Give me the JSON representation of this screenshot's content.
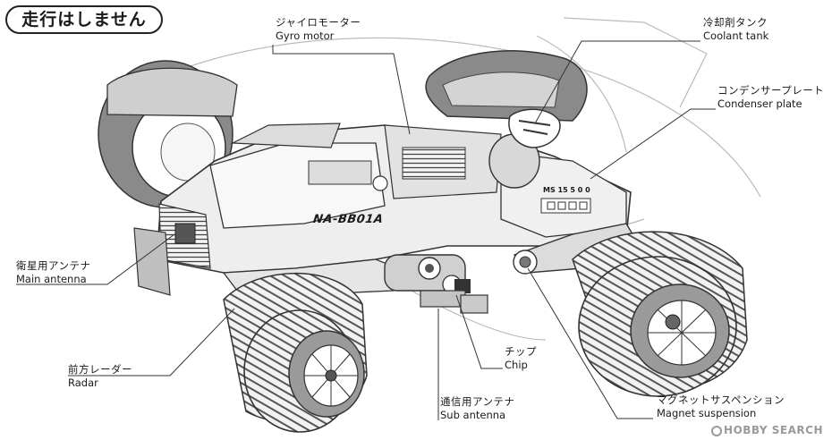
{
  "notice": "走行はしません",
  "body_marking": "NA-BB01A",
  "body_marking_small": "MS 15 5 0 0",
  "labels": {
    "gyro": {
      "jp": "ジャイロモーター",
      "en": "Gyro motor"
    },
    "coolant": {
      "jp": "冷却剤タンク",
      "en": "Coolant tank"
    },
    "condenser": {
      "jp": "コンデンサープレート",
      "en": "Condenser plate"
    },
    "main_ant": {
      "jp": "衛星用アンテナ",
      "en": "Main antenna"
    },
    "radar": {
      "jp": "前方レーダー",
      "en": "Radar"
    },
    "chip": {
      "jp": "チップ",
      "en": "Chip"
    },
    "sub_ant": {
      "jp": "通信用アンテナ",
      "en": "Sub antenna"
    },
    "magnet": {
      "jp": "マグネットサスペンション",
      "en": "Magnet suspension"
    }
  },
  "watermark": {
    "brand": "HOBBY SEARCH",
    "icon": "hobby-search-logo-icon"
  },
  "colors": {
    "ink": "#1a1a1a",
    "line": "#333333",
    "wheel": "#8a8a8a",
    "shade": "#c8c8c8"
  }
}
